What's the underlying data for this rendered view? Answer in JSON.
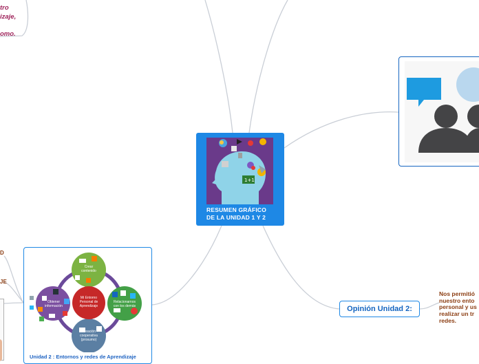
{
  "central": {
    "title": "RESUMEN GRÁFICO DE LA UNIDAD 1  Y 2"
  },
  "top_left_text": "tro\nizaje,\n\nomo.",
  "left_card": {
    "title": "Unidad 2 : Entornos y redes de Aprendizaje",
    "center_label": "Mi Entorno Personal de Aprendizaje",
    "petals": [
      {
        "label": "Crear contenido",
        "color": "#7cb342"
      },
      {
        "label": "Relacionarnos con los demás",
        "color": "#43a047"
      },
      {
        "label": "Creación cooperativa (prosumo)",
        "color": "#5b7fa3"
      },
      {
        "label": "Obtener información",
        "color": "#7b4fa0"
      }
    ],
    "center_color": "#c62828"
  },
  "opinion": {
    "label": "Opinión Unidad 2:",
    "text": "Nos permitió\nnuestro ento\npersonal y us\nrealizar un tr\nredes."
  },
  "left_edge_labels": [
    "D",
    "JE"
  ],
  "colors": {
    "node_blue": "#1e88e5",
    "connector": "#c9ced6",
    "opinion_text": "#8b3d12",
    "italic_text": "#a0255c"
  },
  "icons": [
    "head-profile-icon",
    "chat-users-icon",
    "chat-bubble-icon"
  ]
}
